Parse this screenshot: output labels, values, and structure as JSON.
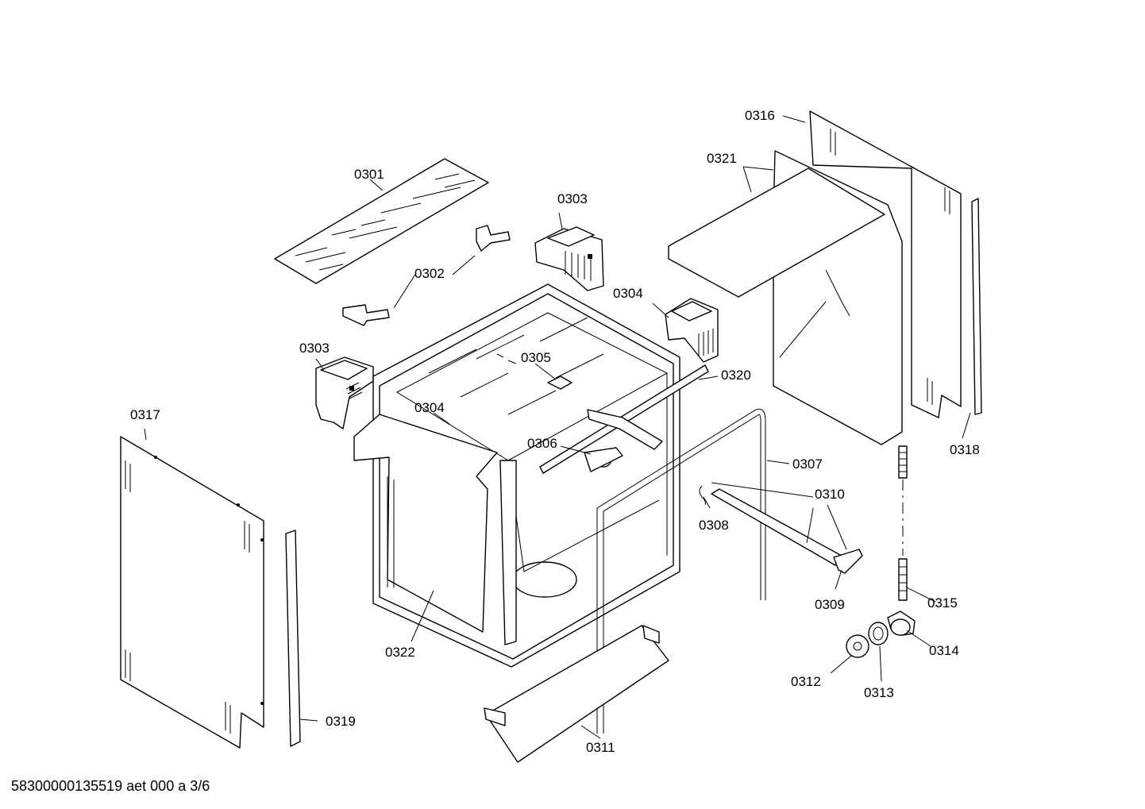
{
  "footer": {
    "document_code": "58300000135519 aet 000 a 3/6"
  },
  "callouts": [
    {
      "id": "c0301a",
      "text": "0301"
    },
    {
      "id": "c0302a",
      "text": "0302"
    },
    {
      "id": "c0303a",
      "text": "0303"
    },
    {
      "id": "c0303b",
      "text": "0303"
    },
    {
      "id": "c0304a",
      "text": "0304"
    },
    {
      "id": "c0304b",
      "text": "0304"
    },
    {
      "id": "c0305a",
      "text": "0305"
    },
    {
      "id": "c0306a",
      "text": "0306"
    },
    {
      "id": "c0307a",
      "text": "0307"
    },
    {
      "id": "c0308a",
      "text": "0308"
    },
    {
      "id": "c0309a",
      "text": "0309"
    },
    {
      "id": "c0310a",
      "text": "0310"
    },
    {
      "id": "c0311a",
      "text": "0311"
    },
    {
      "id": "c0312a",
      "text": "0312"
    },
    {
      "id": "c0313a",
      "text": "0313"
    },
    {
      "id": "c0314a",
      "text": "0314"
    },
    {
      "id": "c0315a",
      "text": "0315"
    },
    {
      "id": "c0316a",
      "text": "0316"
    },
    {
      "id": "c0317a",
      "text": "0317"
    },
    {
      "id": "c0318a",
      "text": "0318"
    },
    {
      "id": "c0319a",
      "text": "0319"
    },
    {
      "id": "c0320a",
      "text": "0320"
    },
    {
      "id": "c0321a",
      "text": "0321"
    },
    {
      "id": "c0322a",
      "text": "0322"
    }
  ]
}
